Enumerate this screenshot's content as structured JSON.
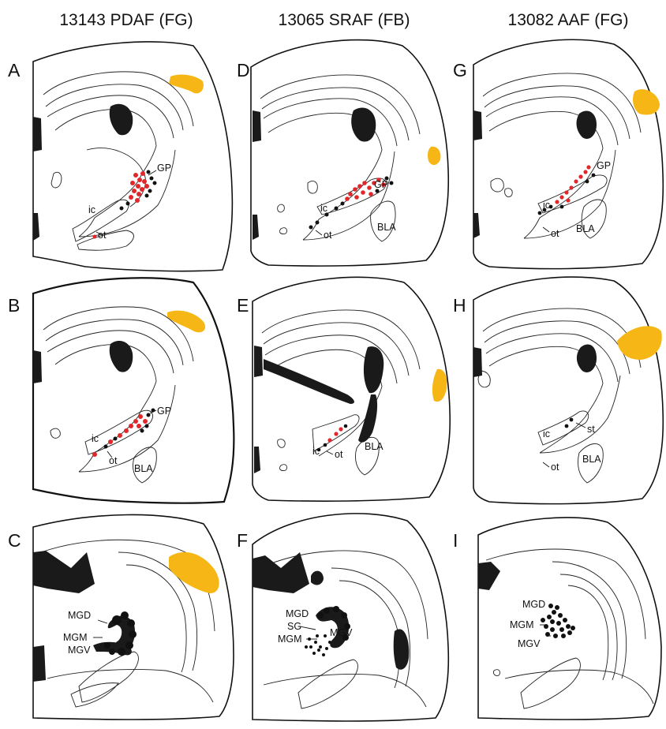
{
  "columns": [
    {
      "title": "13143 PDAF (FG)"
    },
    {
      "title": "13065 SRAF (FB)"
    },
    {
      "title": "13082 AAF (FG)"
    }
  ],
  "panels": {
    "A": {
      "letter": "A",
      "labels": [
        "GP",
        "ic",
        "ot"
      ]
    },
    "B": {
      "letter": "B",
      "labels": [
        "GP",
        "ic",
        "ot",
        "BLA"
      ]
    },
    "C": {
      "letter": "C",
      "labels": [
        "MGD",
        "MGM",
        "MGV"
      ]
    },
    "D": {
      "letter": "D",
      "labels": [
        "GP",
        "ic",
        "ot",
        "BLA"
      ]
    },
    "E": {
      "letter": "E",
      "labels": [
        "ic",
        "ot",
        "BLA"
      ]
    },
    "F": {
      "letter": "F",
      "labels": [
        "MGD",
        "SG",
        "MGM",
        "MGV"
      ]
    },
    "G": {
      "letter": "G",
      "labels": [
        "GP",
        "ic",
        "ot",
        "BLA"
      ]
    },
    "H": {
      "letter": "H",
      "labels": [
        "ic",
        "st",
        "ot",
        "BLA"
      ]
    },
    "I": {
      "letter": "I",
      "labels": [
        "MGD",
        "MGM",
        "MGV"
      ]
    }
  },
  "colors": {
    "injection_site": "#f6b716",
    "double_labeled": "#e0282a",
    "single_labeled": "#111111"
  }
}
